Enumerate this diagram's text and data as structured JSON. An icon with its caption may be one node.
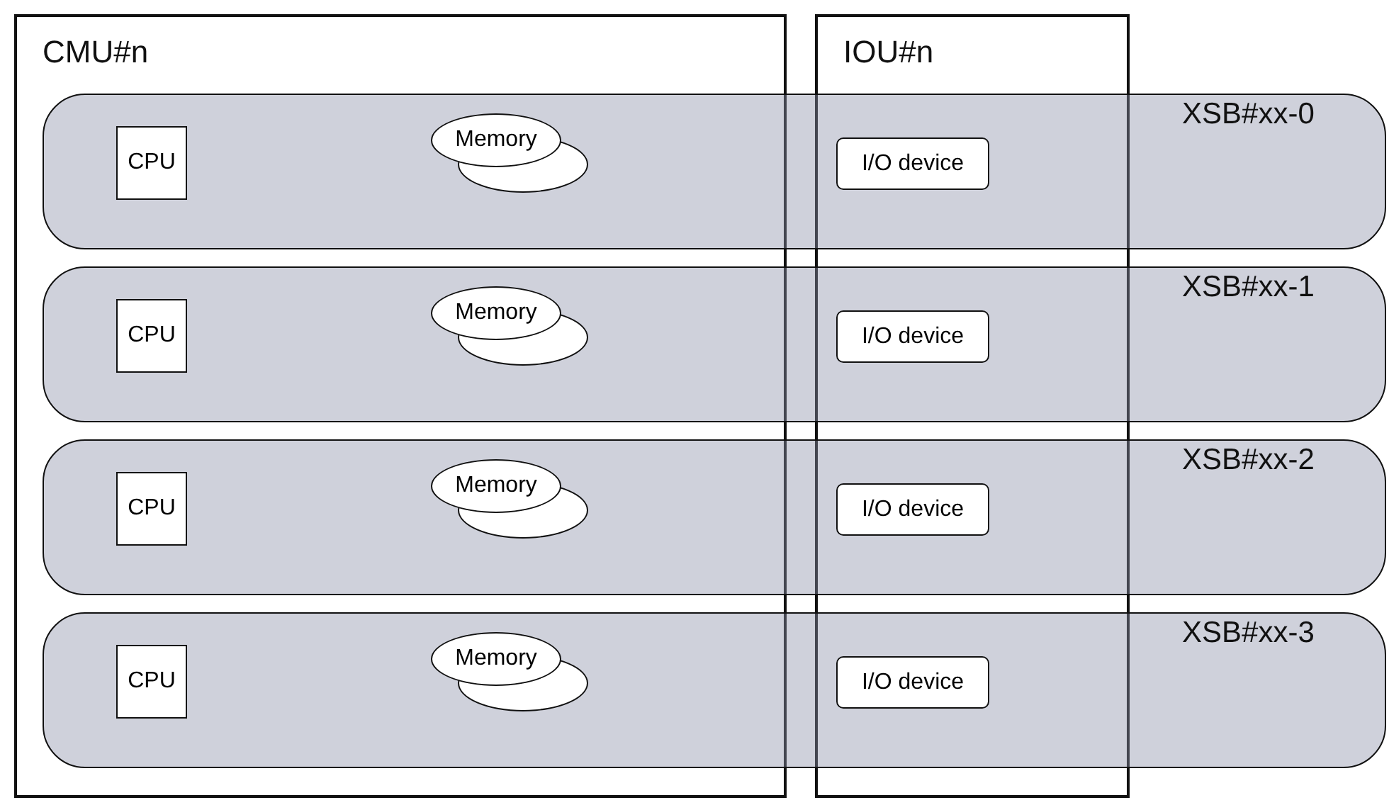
{
  "diagram": {
    "nodes": [
      {
        "text": [
          "CMU#n"
        ]
      },
      {
        "text": [
          "IOU#n"
        ]
      },
      {
        "text": [
          "XSB#xx-0"
        ]
      },
      {
        "text": [
          "CPU"
        ]
      },
      {
        "text": [
          "Memory"
        ]
      },
      {
        "text": [
          "I/O device"
        ]
      },
      {
        "text": [
          "XSB#xx-1"
        ]
      },
      {
        "text": [
          "CPU"
        ]
      },
      {
        "text": [
          "Memory"
        ]
      },
      {
        "text": [
          "I/O device"
        ]
      },
      {
        "text": [
          "XSB#xx-2"
        ]
      },
      {
        "text": [
          "CPU"
        ]
      },
      {
        "text": [
          "Memory"
        ]
      },
      {
        "text": [
          "I/O device"
        ]
      },
      {
        "text": [
          "XSB#xx-3"
        ]
      },
      {
        "text": [
          "CPU"
        ]
      },
      {
        "text": [
          "Memory"
        ]
      },
      {
        "text": [
          "I/O device"
        ]
      }
    ]
  }
}
